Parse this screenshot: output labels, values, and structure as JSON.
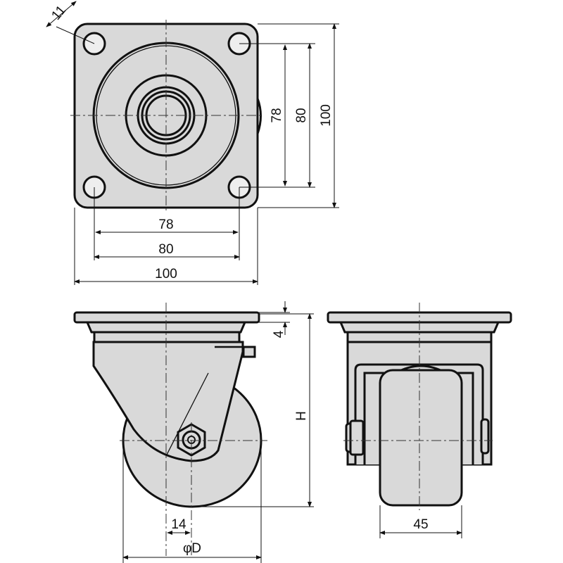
{
  "top_view": {
    "hole_diameter": "11",
    "hole_pitch_vertical": "78",
    "plate_inner_vertical": "80",
    "plate_height": "100",
    "hole_pitch_horizontal": "78",
    "plate_inner_horizontal": "80",
    "plate_width": "100"
  },
  "side_view": {
    "plate_thickness": "4",
    "height_label": "H",
    "offset": "14",
    "wheel_diameter": "φD"
  },
  "front_view": {
    "wheel_width": "45"
  },
  "colors": {
    "fill": "#d9d9d9",
    "line": "#111111"
  }
}
